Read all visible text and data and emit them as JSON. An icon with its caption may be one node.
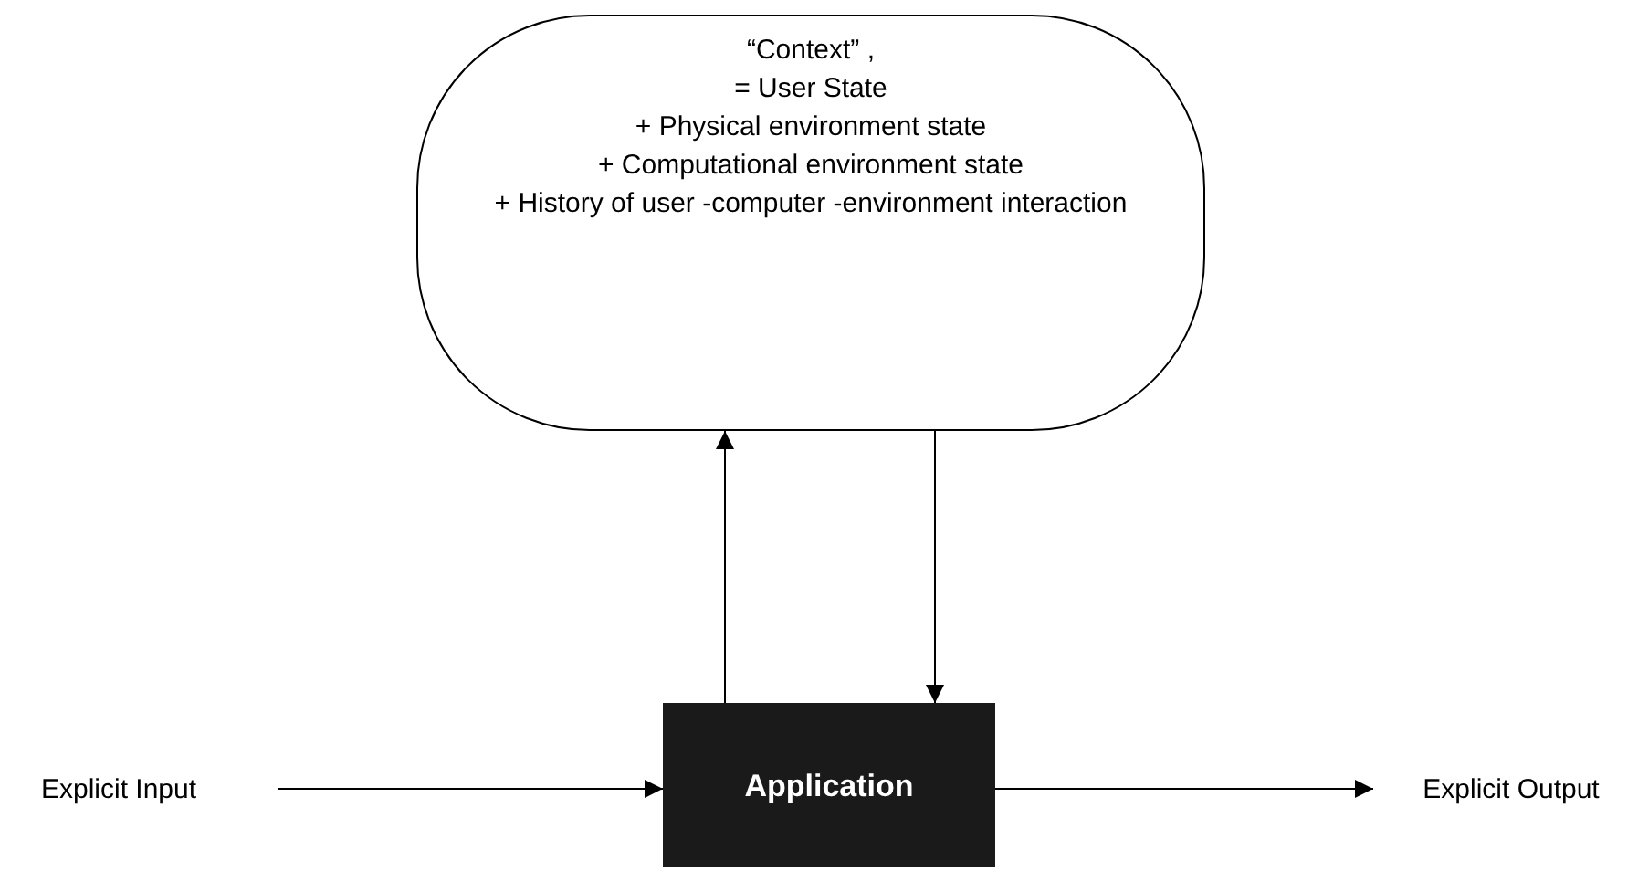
{
  "diagram": {
    "nodes": [
      {
        "text": [
          "“Context” ,",
          "= User State",
          "+ Physical environment state",
          "+ Computational environment state",
          "+ History of user -computer -environment interaction"
        ]
      },
      {
        "text": [
          "Application"
        ]
      },
      {
        "text": [
          "Explicit Input"
        ]
      },
      {
        "text": [
          "Explicit Output"
        ]
      }
    ],
    "edges": [
      {
        "from": 1,
        "to": 0,
        "arrow": "to"
      },
      {
        "from": 0,
        "to": 1,
        "arrow": "to"
      },
      {
        "from": 2,
        "to": 1,
        "arrow": "to"
      },
      {
        "from": 1,
        "to": 3,
        "arrow": "to"
      }
    ]
  }
}
